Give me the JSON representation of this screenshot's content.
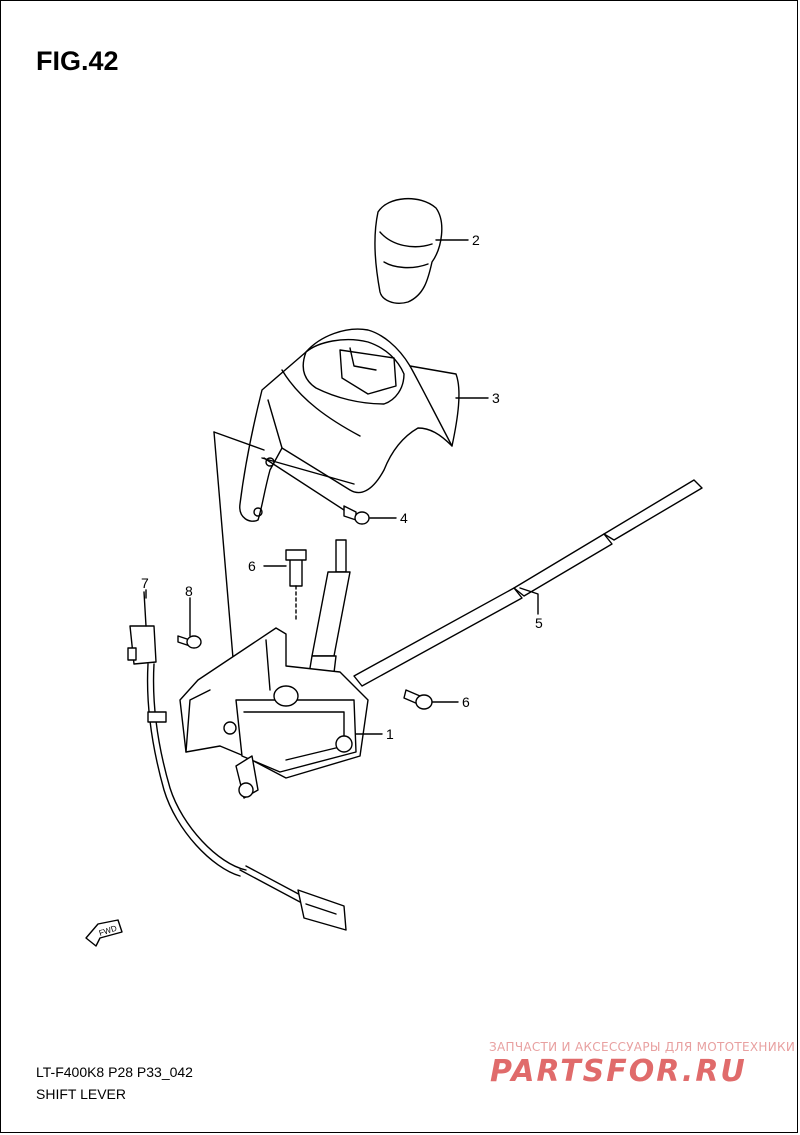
{
  "figure": {
    "title": "FIG.42",
    "model_code": "LT-F400K8 P28 P33_042",
    "part_group": "SHIFT LEVER"
  },
  "callouts": [
    {
      "id": "1",
      "label": "1"
    },
    {
      "id": "2",
      "label": "2"
    },
    {
      "id": "3",
      "label": "3"
    },
    {
      "id": "4",
      "label": "4"
    },
    {
      "id": "5",
      "label": "5"
    },
    {
      "id": "6a",
      "label": "6"
    },
    {
      "id": "6b",
      "label": "6"
    },
    {
      "id": "7",
      "label": "7"
    },
    {
      "id": "8",
      "label": "8"
    }
  ],
  "fwd_marker": "FWD",
  "watermark": {
    "tagline": "ЗАПЧАСТИ И АКСЕССУАРЫ ДЛЯ МОТОТЕХНИКИ",
    "logo": "PARTSFOR.RU",
    "color": "#e06b6b"
  }
}
